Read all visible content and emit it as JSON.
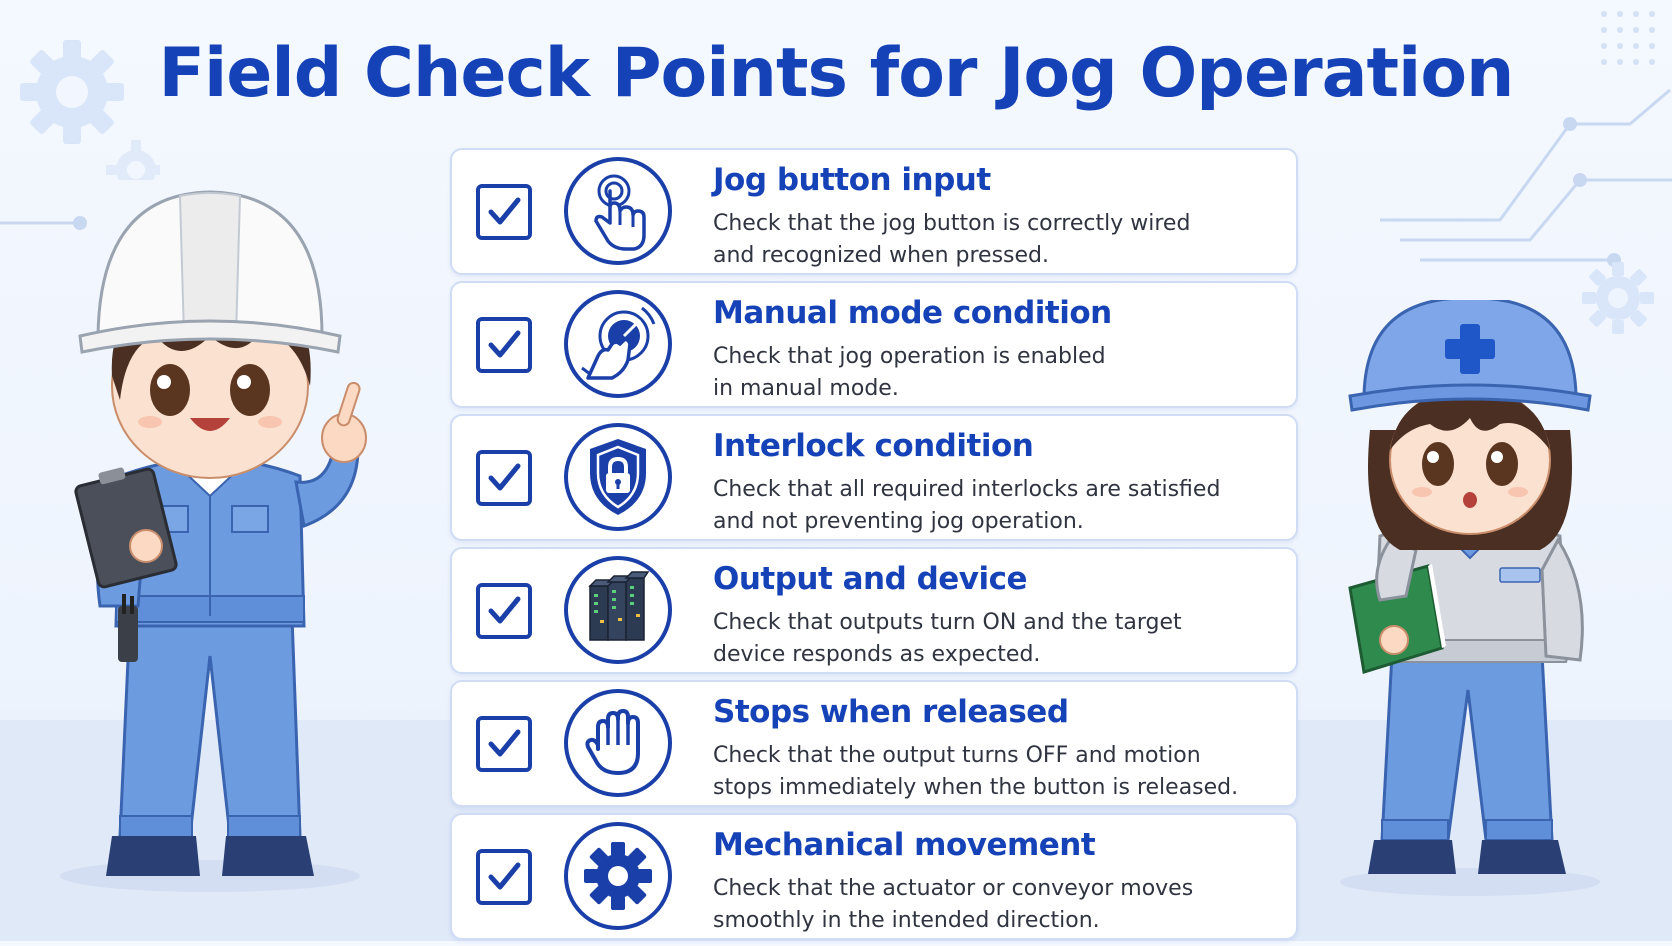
{
  "title": "Field Check Points for Jog Operation",
  "colors": {
    "accent": "#1642b8",
    "icon_blue": "#1a3fa8",
    "card_border": "#cfdcf3",
    "text": "#2f3440"
  },
  "items": [
    {
      "title": "Jog button input",
      "line1": "Check that the jog button is correctly wired",
      "line2": "and recognized when pressed.",
      "icon": "finger-press-icon"
    },
    {
      "title": "Manual mode condition",
      "line1": "Check that jog operation is enabled",
      "line2": "in manual mode.",
      "icon": "hand-turning-dial-icon"
    },
    {
      "title": "Interlock condition",
      "line1": "Check that all required interlocks are satisfied",
      "line2": "and not preventing jog operation.",
      "icon": "shield-lock-icon"
    },
    {
      "title": "Output and device",
      "line1": "Check that outputs turn ON and the target",
      "line2": "device responds as expected.",
      "icon": "io-module-icon"
    },
    {
      "title": "Stops when released",
      "line1": "Check that the output turns OFF and motion",
      "line2": "stops immediately when the button is released.",
      "icon": "stop-hand-icon"
    },
    {
      "title": "Mechanical movement",
      "line1": "Check that the actuator or conveyor moves",
      "line2": "smoothly in the intended direction.",
      "icon": "gear-icon"
    }
  ],
  "illustrations": {
    "left": "male-worker-with-clipboard",
    "right": "female-worker-with-notebook"
  }
}
